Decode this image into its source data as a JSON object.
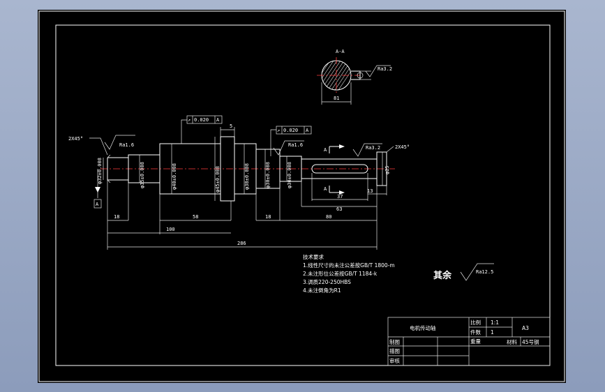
{
  "section": {
    "label": "A-A",
    "dim_width": "81",
    "roughness": "Ra3.2"
  },
  "shaft": {
    "chamfer_left": "2X45°",
    "chamfer_right": "2X45°",
    "datum_A": "A",
    "section_mark": "A",
    "roughness_1": "Ra1.6",
    "roughness_2": "Ra1.6",
    "roughness_3": "Ra3.2",
    "tolerance_1_symbol": "↗",
    "tolerance_1_value": "0.020",
    "tolerance_1_datum": "A",
    "tolerance_2_symbol": "↗",
    "tolerance_2_value": "0.020",
    "tolerance_2_datum": "A",
    "dia_1": "φ32±0.008",
    "dia_2": "φ35±0.008",
    "dia_3": "φ40±0.008",
    "dia_4": "φ45±0.008",
    "dia_5": "φ38±0.008",
    "dia_6": "φ30±0.008",
    "dia_7": "φ30±0.008",
    "dia_8": "φ25",
    "len_1": "18",
    "len_2": "58",
    "len_3": "5",
    "len_4": "18",
    "len_5": "80",
    "len_6": "37",
    "len_7": "13",
    "len_8": "63",
    "len_9": "100",
    "len_total": "286"
  },
  "notes": {
    "title": "技术要求",
    "items": [
      "1.线性尺寸的未注公差按GB/T 1800-m",
      "2.未注形位公差按GB/T 1184-k",
      "3.调质220-250HBS",
      "4.未注倒角为R1"
    ]
  },
  "rest_roughness": {
    "label": "其余",
    "value": "Ra12.5"
  },
  "title_block": {
    "part_name": "电机传动轴",
    "scale_label": "比例",
    "scale_value": "1:1",
    "qty_label": "件数",
    "qty_value": "1",
    "weight_label": "重量",
    "sheet_size": "A3",
    "material_label": "材料",
    "material_value": "45号钢",
    "drawn_label": "制图",
    "drafted_label": "描图",
    "checked_label": "审核"
  },
  "colors": {
    "background": "#000000",
    "lines": "#ffffff",
    "centerline": "#ff3b3b",
    "viewport": "#99a8c4"
  }
}
